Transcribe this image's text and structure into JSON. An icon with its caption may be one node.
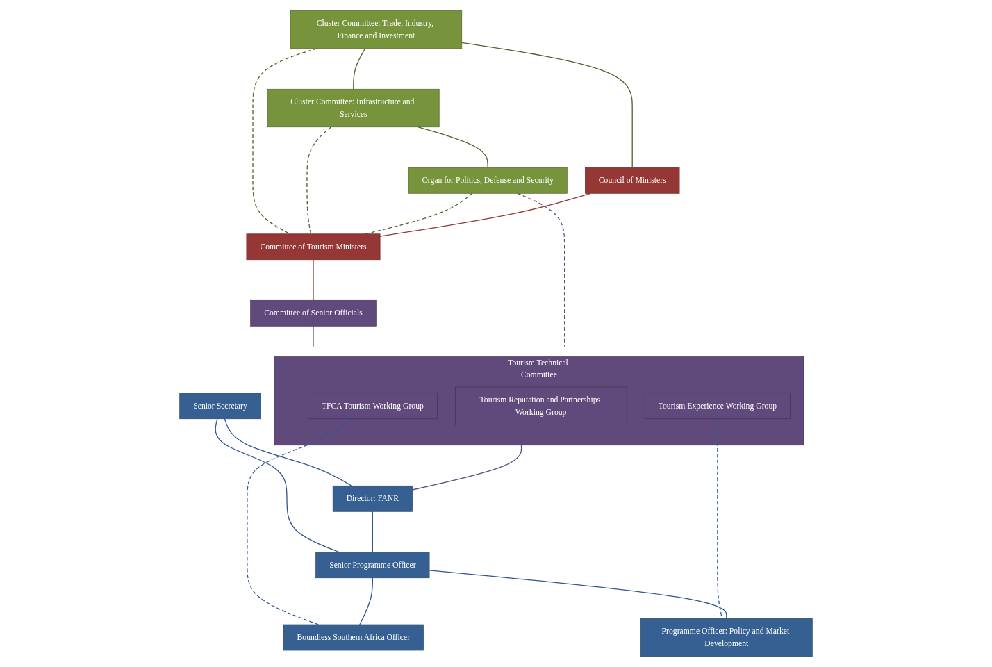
{
  "diagram": {
    "nodes": [
      {
        "text": [
          "Cluster Committee: Trade, Industry, Finance and Investment"
        ]
      },
      {
        "text": [
          "Cluster Committee: Infrastructure and Services"
        ]
      },
      {
        "text": [
          "Organ for Politics, Defense and Security"
        ]
      },
      {
        "text": [
          "Council of Ministers"
        ]
      },
      {
        "text": [
          "Committee of Tourism Ministers"
        ]
      },
      {
        "text": [
          "Committee of Senior Officials"
        ]
      },
      {
        "text": [
          "Tourism Technical Committee"
        ]
      },
      {
        "text": [
          "TFCA Tourism Working Group"
        ],
        "in": 6
      },
      {
        "text": [
          "Tourism Reputation and Partnerships Working Group"
        ],
        "in": 6
      },
      {
        "text": [
          "Tourism Experience Working Group"
        ],
        "in": 6
      },
      {
        "text": [
          "Senior Secretary"
        ]
      },
      {
        "text": [
          "Director: FANR"
        ]
      },
      {
        "text": [
          "Senior Programme Officer"
        ]
      },
      {
        "text": [
          "Boundless Southern Africa Officer"
        ]
      },
      {
        "text": [
          "Programme Officer: Policy and Market Development"
        ]
      }
    ],
    "edges": [
      {
        "from": 0,
        "to": 3,
        "arrow": "none",
        "color": "#4f6228"
      },
      {
        "from": 0,
        "to": 1,
        "arrow": "none",
        "color": "#4f6228"
      },
      {
        "from": 1,
        "to": 2,
        "arrow": "none",
        "color": "#4f6228"
      },
      {
        "from": 0,
        "to": 4,
        "arrow": "none",
        "style": "dashed",
        "color": "#4f6228"
      },
      {
        "from": 1,
        "to": 4,
        "arrow": "none",
        "style": "dashed",
        "color": "#4f6228"
      },
      {
        "from": 2,
        "to": 4,
        "arrow": "none",
        "style": "dashed",
        "color": "#4f6228"
      },
      {
        "from": 3,
        "to": 4,
        "arrow": "none",
        "color": "#953735"
      },
      {
        "from": 4,
        "to": 5,
        "arrow": "none",
        "color": "#953735"
      },
      {
        "from": 5,
        "to": 6,
        "arrow": "none",
        "color": "#604a7b"
      },
      {
        "from": 2,
        "to": 6,
        "arrow": "none",
        "style": "dashed",
        "color": "#604a7b"
      },
      {
        "from": 6,
        "to": 11,
        "arrow": "none",
        "color": "#604a7b"
      },
      {
        "from": 7,
        "to": 13,
        "arrow": "none",
        "style": "dashed"
      },
      {
        "from": 9,
        "to": 14,
        "arrow": "none",
        "style": "dashed"
      },
      {
        "from": 10,
        "to": 11,
        "arrow": "none"
      },
      {
        "from": 10,
        "to": 12,
        "arrow": "none"
      },
      {
        "from": 11,
        "to": 12,
        "arrow": "none"
      },
      {
        "from": 12,
        "to": 13,
        "arrow": "none"
      },
      {
        "from": 12,
        "to": 14,
        "arrow": "none"
      }
    ]
  }
}
